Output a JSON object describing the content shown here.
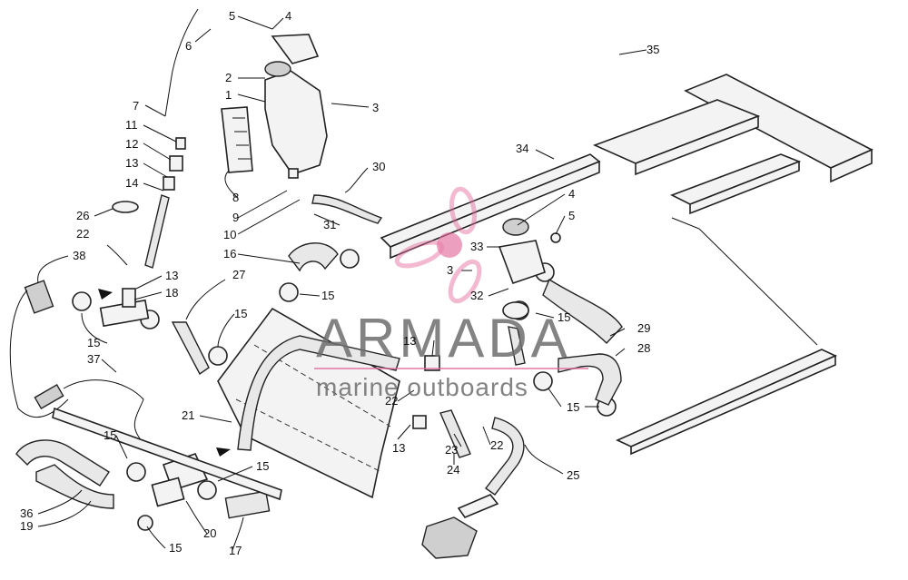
{
  "watermark": {
    "brand": "ARMADA",
    "tagline": "marine outboards",
    "accent_color": "#e26a9a",
    "text_color": "#6e6e6e"
  },
  "callouts": [
    {
      "id": "c35",
      "text": "35"
    },
    {
      "id": "c5a",
      "text": "5"
    },
    {
      "id": "c4a",
      "text": "4"
    },
    {
      "id": "c6",
      "text": "6"
    },
    {
      "id": "c2",
      "text": "2"
    },
    {
      "id": "c1",
      "text": "1"
    },
    {
      "id": "c3a",
      "text": "3"
    },
    {
      "id": "c7",
      "text": "7"
    },
    {
      "id": "c11",
      "text": "11"
    },
    {
      "id": "c12",
      "text": "12"
    },
    {
      "id": "c13a",
      "text": "13"
    },
    {
      "id": "c14",
      "text": "14"
    },
    {
      "id": "c26",
      "text": "26"
    },
    {
      "id": "c8",
      "text": "8"
    },
    {
      "id": "c9",
      "text": "9"
    },
    {
      "id": "c10",
      "text": "10"
    },
    {
      "id": "c30",
      "text": "30"
    },
    {
      "id": "c31",
      "text": "31"
    },
    {
      "id": "c34",
      "text": "34"
    },
    {
      "id": "c4b",
      "text": "4"
    },
    {
      "id": "c5b",
      "text": "5"
    },
    {
      "id": "c33",
      "text": "33"
    },
    {
      "id": "c3b",
      "text": "3"
    },
    {
      "id": "c32",
      "text": "32"
    },
    {
      "id": "c22a",
      "text": "22"
    },
    {
      "id": "c38",
      "text": "38"
    },
    {
      "id": "c13b",
      "text": "13"
    },
    {
      "id": "c18",
      "text": "18"
    },
    {
      "id": "c16",
      "text": "16"
    },
    {
      "id": "c27",
      "text": "27"
    },
    {
      "id": "c15a",
      "text": "15"
    },
    {
      "id": "c15b",
      "text": "15"
    },
    {
      "id": "c15c",
      "text": "15"
    },
    {
      "id": "c15d",
      "text": "15"
    },
    {
      "id": "c29",
      "text": "29"
    },
    {
      "id": "c28",
      "text": "28"
    },
    {
      "id": "c13c",
      "text": "13"
    },
    {
      "id": "c37",
      "text": "37"
    },
    {
      "id": "c21",
      "text": "21"
    },
    {
      "id": "c22b",
      "text": "22"
    },
    {
      "id": "c15e",
      "text": "15"
    },
    {
      "id": "c13d",
      "text": "13"
    },
    {
      "id": "c23",
      "text": "23"
    },
    {
      "id": "c22c",
      "text": "22"
    },
    {
      "id": "c24",
      "text": "24"
    },
    {
      "id": "c25",
      "text": "25"
    },
    {
      "id": "c15f",
      "text": "15"
    },
    {
      "id": "c15g",
      "text": "15"
    },
    {
      "id": "c36",
      "text": "36"
    },
    {
      "id": "c19",
      "text": "19"
    },
    {
      "id": "c20",
      "text": "20"
    },
    {
      "id": "c15h",
      "text": "15"
    },
    {
      "id": "c17",
      "text": "17"
    }
  ]
}
